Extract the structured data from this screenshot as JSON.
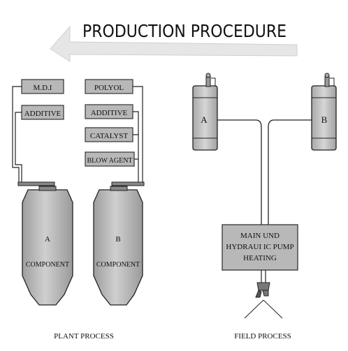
{
  "header": {
    "title": "PRODUCTION PROCEDURE"
  },
  "plant": {
    "left_chemicals": [
      "M.D.I",
      "ADDITIVE"
    ],
    "right_chemicals": [
      "POLYOL",
      "ADDITIVE",
      "CATALYST",
      "BLOW AGENT"
    ],
    "tank_a": {
      "letter": "A",
      "label": "COMPONENT"
    },
    "tank_b": {
      "letter": "B",
      "label": "COMPONENT"
    },
    "caption": "PLANT PROCESS"
  },
  "field": {
    "drum_a": "A",
    "drum_b": "B",
    "pump_lines": [
      "MAIN UND",
      "HYDRAUI IC PUMP",
      "HEATING"
    ],
    "caption": "FIELD PROCESS"
  },
  "colors": {
    "box_fill": "#b8b8b8",
    "tank_fill": "#bdbdbd",
    "drum_fill": "#c6c6c6",
    "line": "#222222",
    "arrow": "#e4e4e4"
  }
}
